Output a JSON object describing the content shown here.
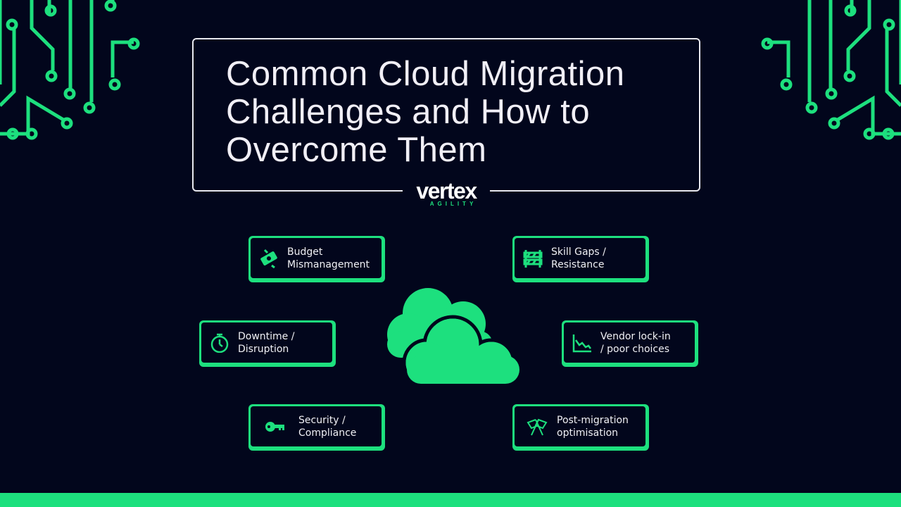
{
  "title": "Common Cloud Migration Challenges and How to Overcome Them",
  "title_lines": [
    "Common Cloud Migration",
    "Challenges and How to",
    "Overcome Them"
  ],
  "logo": {
    "main": "vertex",
    "sub": "AGILITY"
  },
  "colors": {
    "background": "#02061c",
    "accent": "#1de07e",
    "text": "#f0f0f4"
  },
  "challenges": [
    {
      "icon": "money-icon",
      "lines": [
        "Budget",
        "Mismanagement"
      ]
    },
    {
      "icon": "barrier-icon",
      "lines": [
        "Skill Gaps /",
        "Resistance"
      ]
    },
    {
      "icon": "stopwatch-icon",
      "lines": [
        "Downtime /",
        "Disruption"
      ]
    },
    {
      "icon": "declining-chart-icon",
      "lines": [
        "Vendor lock-in",
        "/ poor choices"
      ]
    },
    {
      "icon": "key-icon",
      "lines": [
        "Security /",
        "Compliance"
      ]
    },
    {
      "icon": "checkered-flags-icon",
      "lines": [
        "Post-migration",
        "optimisation"
      ]
    }
  ]
}
